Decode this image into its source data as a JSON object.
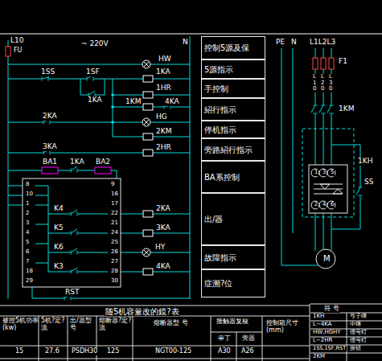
{
  "diagram": {
    "nodes": [
      {
        "text": [
          "控制5源及保"
        ]
      },
      {
        "text": [
          "5源指示"
        ]
      },
      {
        "text": [
          "手控制"
        ]
      },
      {
        "text": [
          "紹行指示"
        ]
      },
      {
        "text": [
          "停机指示"
        ]
      },
      {
        "text": [
          "旁路紹行指示"
        ]
      },
      {
        "text": [
          "BA系控制"
        ]
      },
      {
        "text": [
          "出/器"
        ]
      },
      {
        "text": [
          "故障指示"
        ]
      },
      {
        "text": [
          "症溯?位"
        ]
      }
    ],
    "labels": [
      "L10",
      "FU",
      "~ 220V",
      "N",
      "HW",
      "1SS",
      "1SF",
      "1KA",
      "1KA",
      "1HR",
      "1KM",
      "4KA",
      "2KA",
      "HG",
      "2KM",
      "3KA",
      "2HR",
      "BA1",
      "1KA",
      "BA2",
      "8",
      "10",
      "1",
      "2",
      "3",
      "4",
      "5",
      "6",
      "7",
      "18",
      "29",
      "9",
      "16",
      "17",
      "22",
      "21",
      "24",
      "25",
      "26",
      "27",
      "28",
      "30",
      "K4",
      "K5",
      "K6",
      "K3",
      "2KA",
      "3KA",
      "HY",
      "4KA",
      "RST",
      "PE",
      "N",
      "L1L2L3",
      "F1",
      "L10",
      "L20",
      "L30",
      "1KM",
      "1KH",
      "1",
      "3",
      "5",
      "2",
      "4",
      "6",
      "SS",
      "M",
      "随5机容量改的鏡?表",
      "被控5机功率(kw)",
      "5机?定?流",
      "出/器型 号",
      "熔断器?定?流",
      "熔断器型 号",
      "接触器复核",
      "串丁",
      "旁器",
      "控制箱尺寸(mm)",
      "15",
      "27.6",
      "PSDH30",
      "125",
      "NGT00-125",
      "A30",
      "A26",
      "符 号",
      "1KH",
      "L~4KA",
      "HW,HGHY",
      "L~2HR",
      "1SS,1SF,RST",
      "2KM",
      "弓子继",
      "中继",
      "信号灯",
      "信号灯",
      "按钮"
    ]
  }
}
